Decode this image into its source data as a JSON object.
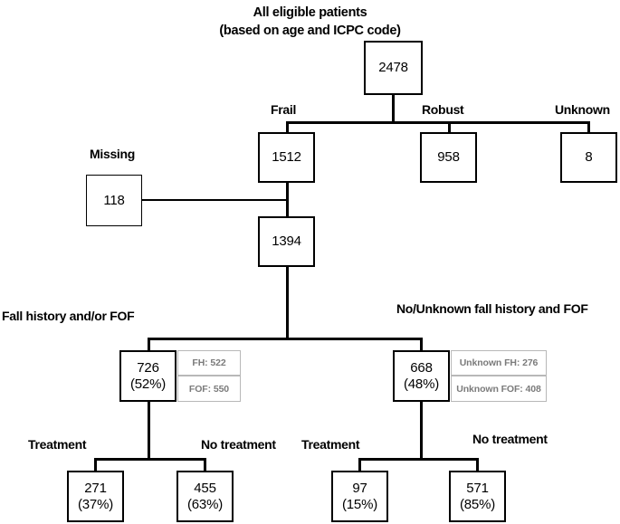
{
  "diagram": {
    "title_line1": "All eligible patients",
    "title_line2": "(based on age and ICPC code)",
    "labels": {
      "frail": "Frail",
      "robust": "Robust",
      "unknown": "Unknown",
      "missing": "Missing",
      "fall_history_fof": "Fall history and/or FOF",
      "no_unknown_fall_history_fof": "No/Unknown fall history and FOF",
      "treatment_left": "Treatment",
      "no_treatment_left": "No treatment",
      "treatment_right": "Treatment",
      "no_treatment_right": "No treatment"
    },
    "nodes": {
      "total": {
        "value": "2478",
        "pct": ""
      },
      "frail": {
        "value": "1512",
        "pct": ""
      },
      "robust": {
        "value": "958",
        "pct": ""
      },
      "unknown": {
        "value": "8",
        "pct": ""
      },
      "missing": {
        "value": "118",
        "pct": ""
      },
      "frail_included": {
        "value": "1394",
        "pct": ""
      },
      "fall_yes": {
        "value": "726",
        "pct": "(52%)"
      },
      "fall_no": {
        "value": "668",
        "pct": "(48%)"
      },
      "fall_yes_treatment": {
        "value": "271",
        "pct": "(37%)"
      },
      "fall_yes_no_treatment": {
        "value": "455",
        "pct": "(63%)"
      },
      "fall_no_treatment": {
        "value": "97",
        "pct": "(15%)"
      },
      "fall_no_no_treatment": {
        "value": "571",
        "pct": "(85%)"
      }
    },
    "sub_nodes": {
      "fh": "FH: 522",
      "fof": "FOF: 550",
      "unknown_fh": "Unknown FH: 276",
      "unknown_fof": "Unknown FOF: 408"
    },
    "colors": {
      "box_border": "#000000",
      "sub_box_border": "#b8b8b8",
      "sub_box_text": "#7b7b7b",
      "text": "#000000",
      "background": "#ffffff"
    }
  },
  "chart_data": {
    "type": "diagram",
    "title": "All eligible patients (based on age and ICPC code)",
    "flow": [
      {
        "id": "total",
        "label": "All eligible patients",
        "n": 2478,
        "parent": null
      },
      {
        "id": "frail",
        "label": "Frail",
        "n": 1512,
        "parent": "total"
      },
      {
        "id": "robust",
        "label": "Robust",
        "n": 958,
        "parent": "total"
      },
      {
        "id": "unknown",
        "label": "Unknown",
        "n": 8,
        "parent": "total"
      },
      {
        "id": "missing",
        "label": "Missing",
        "n": 118,
        "parent": "frail"
      },
      {
        "id": "frail_included",
        "label": "",
        "n": 1394,
        "parent": "frail"
      },
      {
        "id": "fall_yes",
        "label": "Fall history and/or FOF",
        "n": 726,
        "pct": 52,
        "parent": "frail_included",
        "detail": {
          "FH": 522,
          "FOF": 550
        }
      },
      {
        "id": "fall_no",
        "label": "No/Unknown fall history and FOF",
        "n": 668,
        "pct": 48,
        "parent": "frail_included",
        "detail": {
          "Unknown FH": 276,
          "Unknown FOF": 408
        }
      },
      {
        "id": "fall_yes_treatment",
        "label": "Treatment",
        "n": 271,
        "pct": 37,
        "parent": "fall_yes"
      },
      {
        "id": "fall_yes_no_treatment",
        "label": "No treatment",
        "n": 455,
        "pct": 63,
        "parent": "fall_yes"
      },
      {
        "id": "fall_no_treatment",
        "label": "Treatment",
        "n": 97,
        "pct": 15,
        "parent": "fall_no"
      },
      {
        "id": "fall_no_no_treatment",
        "label": "No treatment",
        "n": 571,
        "pct": 85,
        "parent": "fall_no"
      }
    ]
  }
}
